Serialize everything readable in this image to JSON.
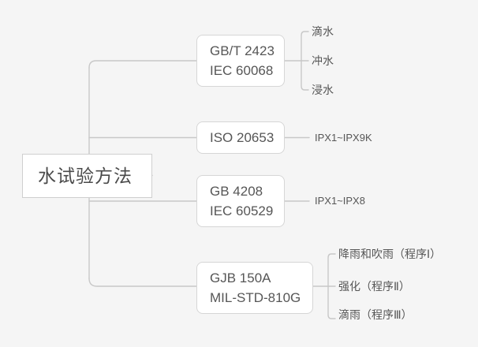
{
  "diagram": {
    "type": "mindmap",
    "background_color": "#f5f5f5",
    "node_fill": "#ffffff",
    "node_border": "#d6d6d6",
    "connector_color": "#c8c8c8",
    "text_color": "#565656",
    "root": {
      "label": "水试验方法"
    },
    "branches": [
      {
        "id": "gbt2423",
        "lines": [
          "GB/T 2423",
          "IEC 60068"
        ],
        "leaves": [
          "滴水",
          "冲水",
          "浸水"
        ]
      },
      {
        "id": "iso20653",
        "lines": [
          "ISO 20653"
        ],
        "leaves": [
          "IPX1~IPX9K"
        ]
      },
      {
        "id": "gb4208",
        "lines": [
          "GB 4208",
          "IEC 60529"
        ],
        "leaves": [
          "IPX1~IPX8"
        ]
      },
      {
        "id": "gjb150a",
        "lines": [
          "GJB 150A",
          "MIL-STD-810G"
        ],
        "leaves": [
          "降雨和吹雨（程序Ⅰ）",
          "强化（程序Ⅱ）",
          "滴雨（程序Ⅲ）"
        ]
      }
    ]
  }
}
